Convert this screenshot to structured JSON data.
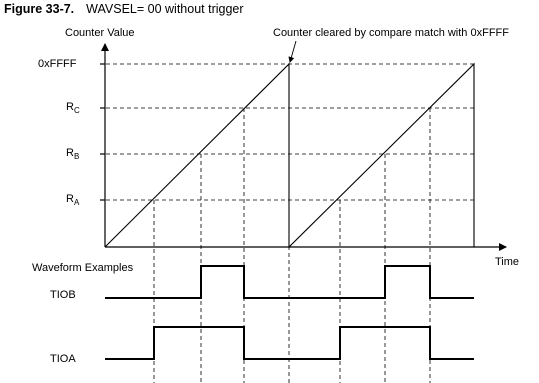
{
  "figure": {
    "number": "Figure 33-7.",
    "caption": "WAVSEL= 00 without trigger"
  },
  "axis": {
    "y_label": "Counter Value",
    "x_label": "Time"
  },
  "annotation": "Counter cleared by compare match with 0xFFFF",
  "levels": {
    "max": "0xFFFF",
    "rc_main": "R",
    "rc_sub": "C",
    "rb_main": "R",
    "rb_sub": "B",
    "ra_main": "R",
    "ra_sub": "A"
  },
  "waveforms": {
    "title": "Waveform Examples",
    "tiob": "TIOB",
    "tioa": "TIOA"
  }
}
